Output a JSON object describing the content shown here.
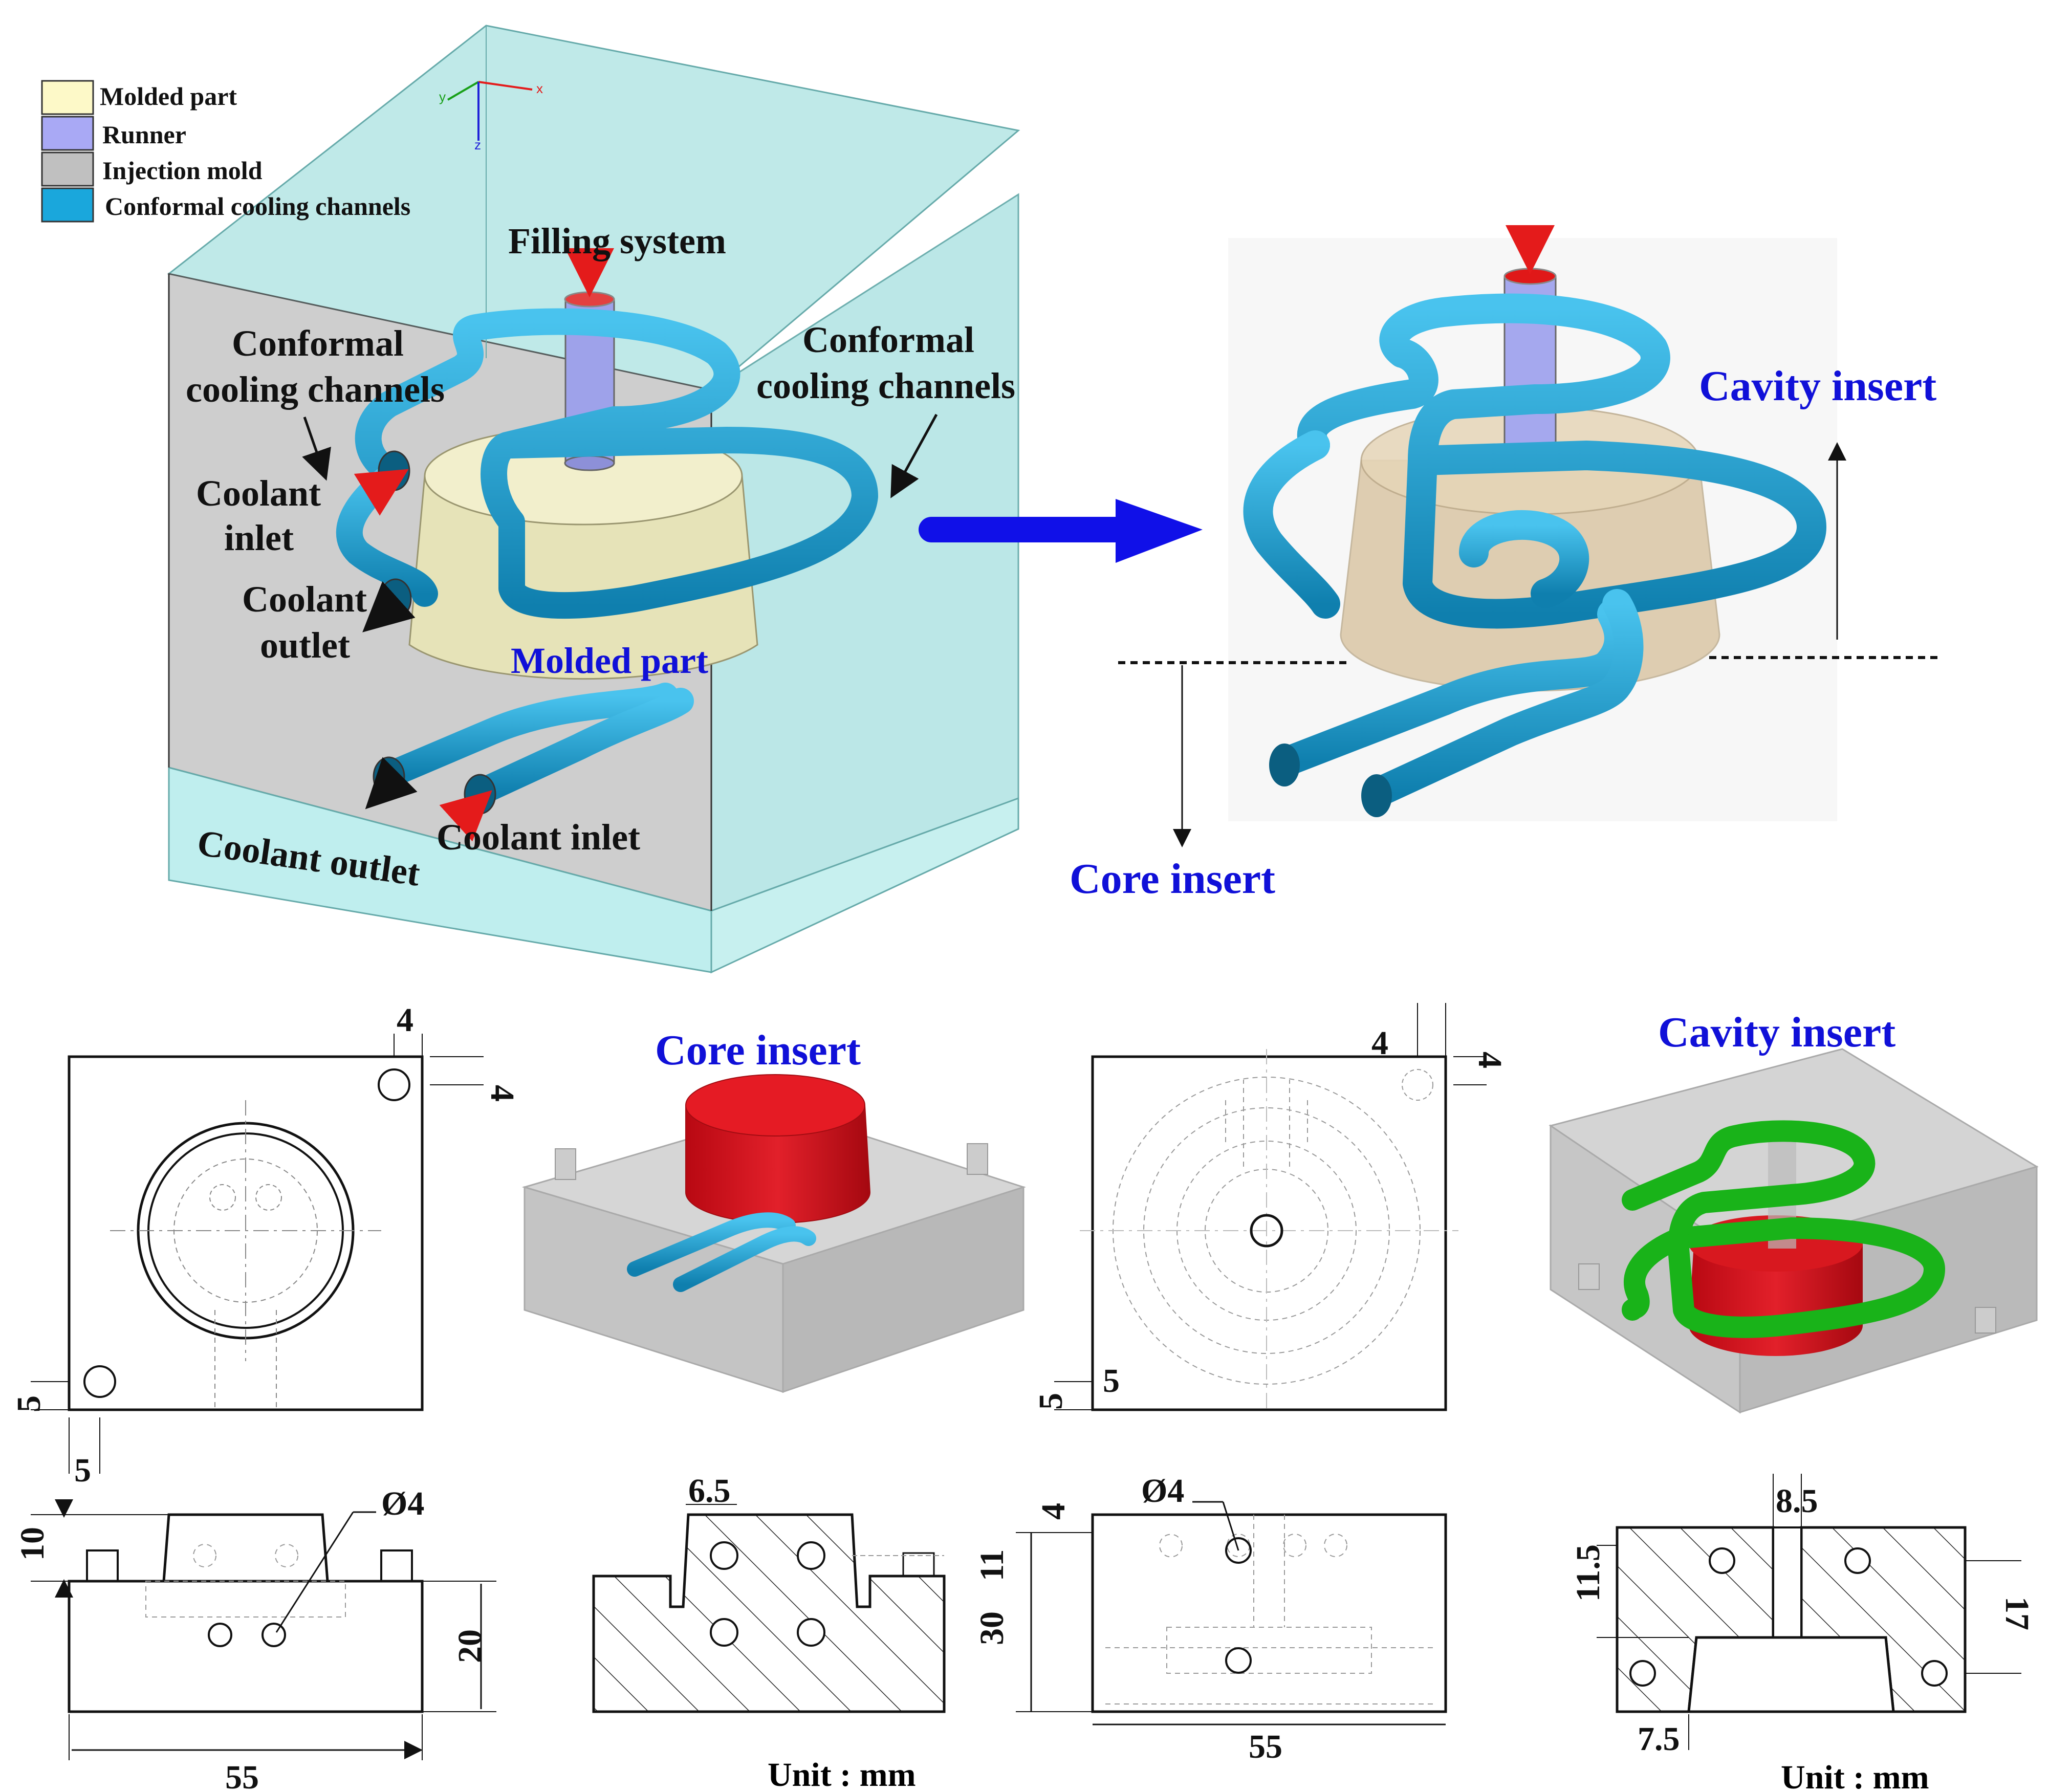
{
  "legend": {
    "items": [
      {
        "label": "Molded part",
        "color": "#fdf9c8"
      },
      {
        "label": "Runner",
        "color": "#a9a9f5"
      },
      {
        "label": "Injection mold",
        "color": "#c0c0c0"
      },
      {
        "label": "Conformal cooling channels",
        "color": "#1aa7dc"
      }
    ]
  },
  "axes": {
    "x": "x",
    "y": "y",
    "z": "z"
  },
  "top_left": {
    "filling_system": "Filling system",
    "conformal_left_1": "Conformal",
    "conformal_left_2": "cooling channels",
    "conformal_right_1": "Conformal",
    "conformal_right_2": "cooling channels",
    "coolant_inlet_left_1": "Coolant",
    "coolant_inlet_left_2": "inlet",
    "coolant_outlet_left_1": "Coolant",
    "coolant_outlet_left_2": "outlet",
    "molded_part": "Molded part",
    "coolant_outlet_bottom": "Coolant outlet",
    "coolant_inlet_bottom": "Coolant inlet"
  },
  "top_right": {
    "cavity_insert": "Cavity insert",
    "core_insert": "Core insert"
  },
  "bottom": {
    "core_insert_title": "Core insert",
    "cavity_insert_title": "Cavity insert",
    "unit_left": "Unit : mm",
    "unit_right": "Unit : mm",
    "d1": {
      "top4": "4",
      "right4": "4",
      "left5": "5",
      "bottom5": "5"
    },
    "d2": {
      "top4": "4",
      "right4": "4",
      "left5": "5",
      "inner5": "5"
    },
    "s1": {
      "h10": "10",
      "phi": "Ø4",
      "h20": "20",
      "w55": "55"
    },
    "s2": {
      "w6_5": "6.5",
      "h30": "30",
      "h11": "11"
    },
    "s3": {
      "h4": "4",
      "phi": "Ø4",
      "w55": "55"
    },
    "s4": {
      "w8_5": "8.5",
      "h11_5": "11.5",
      "h17": "17",
      "w7_5": "7.5"
    }
  },
  "colors": {
    "channel": "#1c9ccc",
    "channel_green": "#19b319",
    "core_red": "#d0101a",
    "runner": "#a9a9f5",
    "mold_face": "#c8c8c8",
    "mold_glass": "#b4e8e8",
    "label_blue": "#1010d8"
  }
}
